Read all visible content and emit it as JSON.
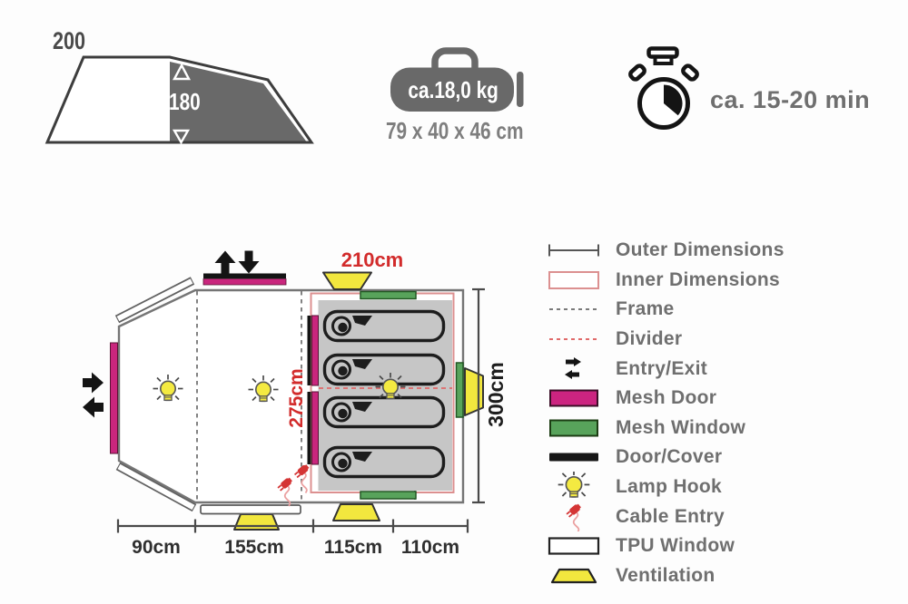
{
  "top": {
    "profile": {
      "width_label": "200",
      "height_label": "180"
    },
    "bag": {
      "weight": "ca.18,0 kg",
      "size": "79 x 40 x 46 cm"
    },
    "time": {
      "duration": "ca. 15-20 min"
    }
  },
  "floorplan": {
    "dims": {
      "top_width": "210cm",
      "inner_width": "275cm",
      "side_depth": "300cm",
      "bottom_sections": [
        "90cm",
        "155cm",
        "115cm",
        "110cm"
      ]
    },
    "sleeping_spots": 4,
    "lamp_hooks": 3,
    "cable_entries": 2
  },
  "legend": {
    "items": [
      {
        "key": "outer-dimensions",
        "label": "Outer Dimensions"
      },
      {
        "key": "inner-dimensions",
        "label": "Inner Dimensions"
      },
      {
        "key": "frame",
        "label": "Frame"
      },
      {
        "key": "divider",
        "label": "Divider"
      },
      {
        "key": "entry-exit",
        "label": "Entry/Exit"
      },
      {
        "key": "mesh-door",
        "label": "Mesh Door"
      },
      {
        "key": "mesh-window",
        "label": "Mesh Window"
      },
      {
        "key": "door-cover",
        "label": "Door/Cover"
      },
      {
        "key": "lamp-hook",
        "label": "Lamp Hook"
      },
      {
        "key": "cable-entry",
        "label": "Cable Entry"
      },
      {
        "key": "tpu-window",
        "label": "TPU Window"
      },
      {
        "key": "ventilation",
        "label": "Ventilation"
      }
    ]
  },
  "colors": {
    "mesh_door_magenta": "#c9267d",
    "mesh_window_green": "#58a35b",
    "ventilation_yellow": "#f2e73e",
    "dimension_red": "#d22b2b",
    "inner_rect_red": "#dc9090",
    "divider_red": "#e06a6a",
    "cabin_gray": "#c6c6c6",
    "dark": "#141414",
    "outline_gray": "#757575",
    "profile_gray": "#696969",
    "legend_text_gray": "#6f6f6f"
  }
}
